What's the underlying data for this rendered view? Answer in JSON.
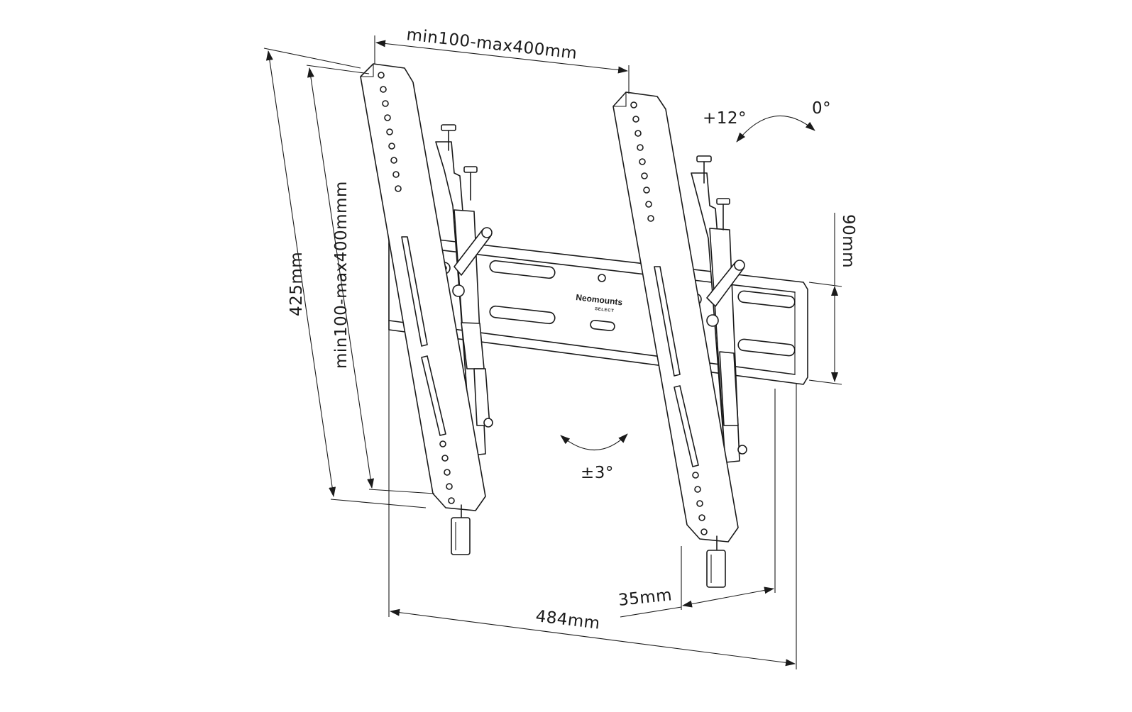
{
  "labels": {
    "top_width": "min100-max400mm",
    "left_outer_height": "425mm",
    "left_inner_height": "min100-max400mmm",
    "plate_height": "90mm",
    "tilt_up": "+12°",
    "tilt_zero": "0°",
    "level_adjust": "±3°",
    "wall_offset": "35mm",
    "plate_width": "484mm"
  },
  "brand": {
    "name": "Neomounts",
    "sub": "SELECT"
  }
}
